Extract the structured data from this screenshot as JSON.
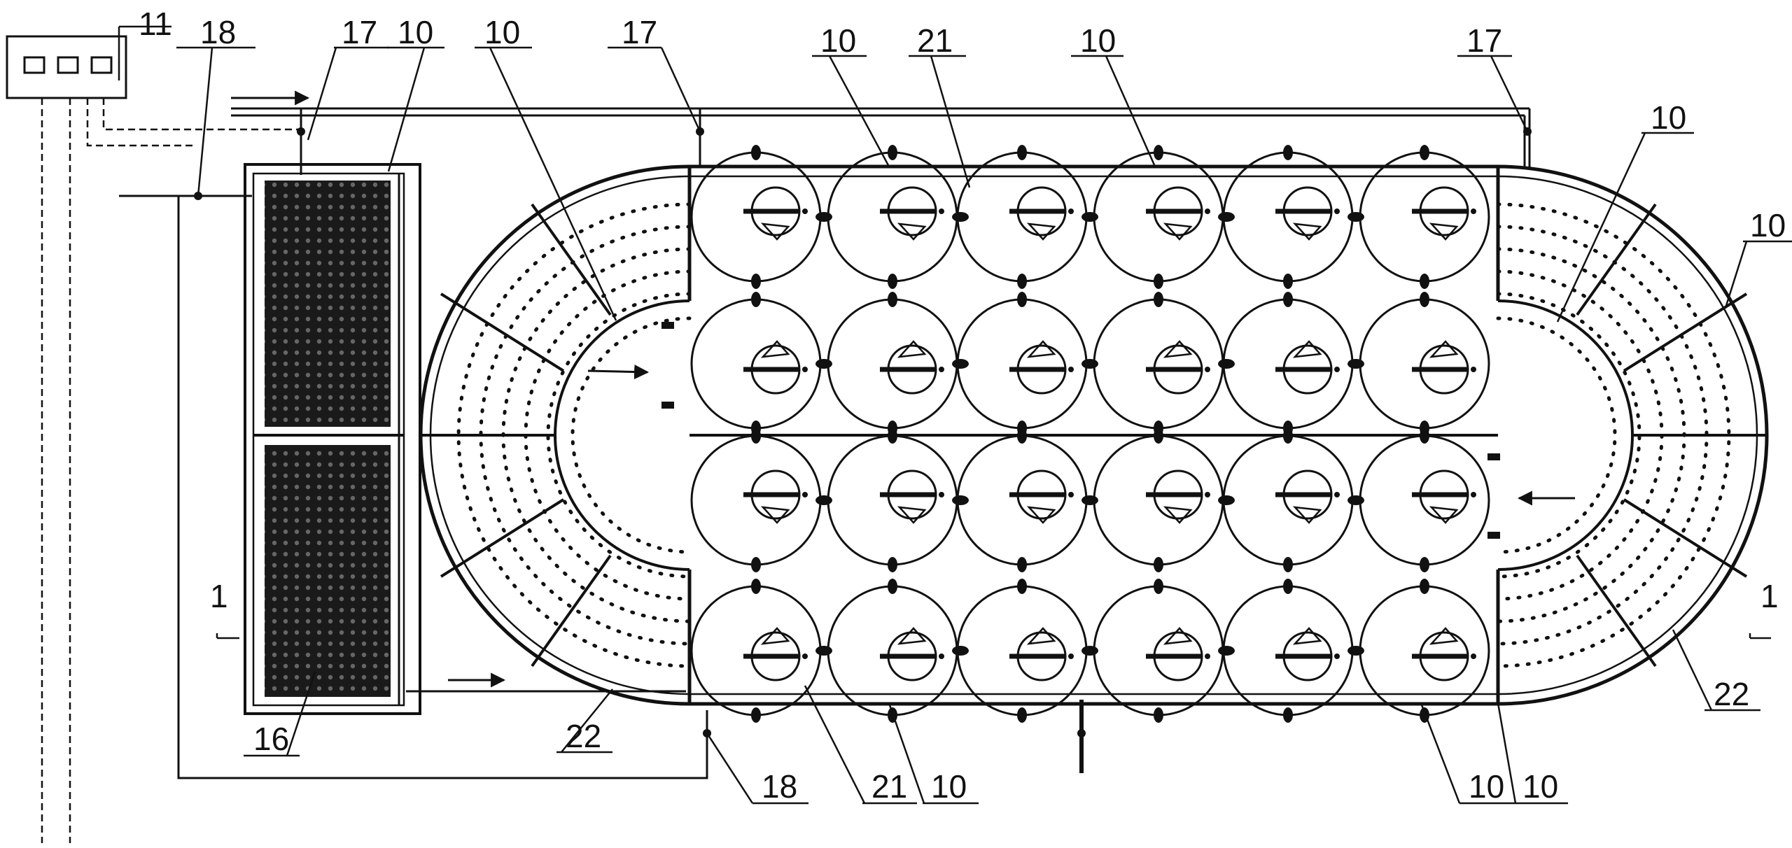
{
  "labels": {
    "l11": "11",
    "l18_top": "18",
    "l17_left": "17",
    "l10_a": "10",
    "l10_b": "10",
    "l17_mid": "17",
    "l10_c": "10",
    "l21_top": "21",
    "l10_d": "10",
    "l17_right": "17",
    "l10_e": "10",
    "l10_f": "10",
    "l1_left": "1",
    "l1_right": "1",
    "l16": "16",
    "l22_left": "22",
    "l18_bottom": "18",
    "l21_bottom": "21",
    "l10_g": "10",
    "l10_h": "10",
    "l10_i": "10",
    "l22_right": "22"
  },
  "colors": {
    "line": "#111111",
    "background": "#ffffff"
  }
}
